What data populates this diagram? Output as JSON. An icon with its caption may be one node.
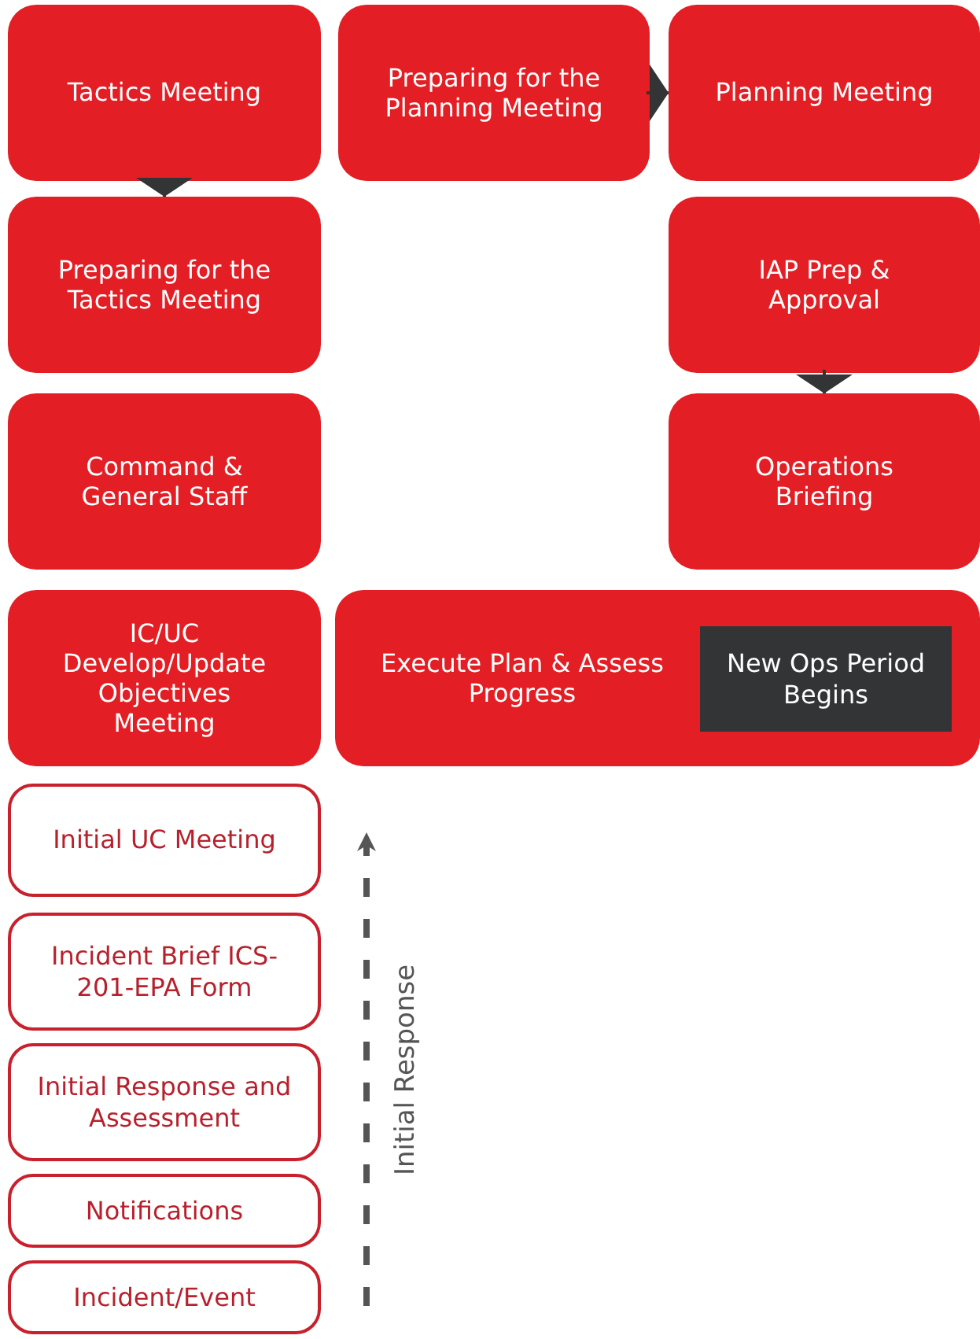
{
  "diagram": {
    "nodes": [
      {
        "text": [
          "Tactics Meeting"
        ]
      },
      {
        "text": [
          "Preparing for the Planning Meeting"
        ]
      },
      {
        "text": [
          "Planning Meeting"
        ]
      },
      {
        "text": [
          "Preparing for the Tactics Meeting"
        ]
      },
      {
        "text": [
          "IAP Prep & Approval"
        ]
      },
      {
        "text": [
          "Command & General Staff"
        ]
      },
      {
        "text": [
          "Operations Briefing"
        ]
      },
      {
        "text": [
          "IC/UC Develop/Update Objectives Meeting"
        ]
      },
      {
        "text": [
          "Execute Plan & Assess Progress"
        ]
      },
      {
        "text": [
          "New Ops Period Begins"
        ],
        "in": 8
      },
      {
        "text": [
          "Initial UC Meeting"
        ]
      },
      {
        "text": [
          "Incident Brief ICS-201-EPA Form"
        ]
      },
      {
        "text": [
          "Initial Response and Assessment"
        ]
      },
      {
        "text": [
          "Notifications"
        ]
      },
      {
        "text": [
          "Incident/Event"
        ]
      }
    ],
    "edges": [
      {
        "from": 0,
        "to": 3,
        "arrow": "to"
      },
      {
        "from": 1,
        "to": 2,
        "arrow": "to"
      },
      {
        "from": 4,
        "to": 6,
        "arrow": "to"
      }
    ],
    "labels": [
      "Initial Response"
    ]
  }
}
